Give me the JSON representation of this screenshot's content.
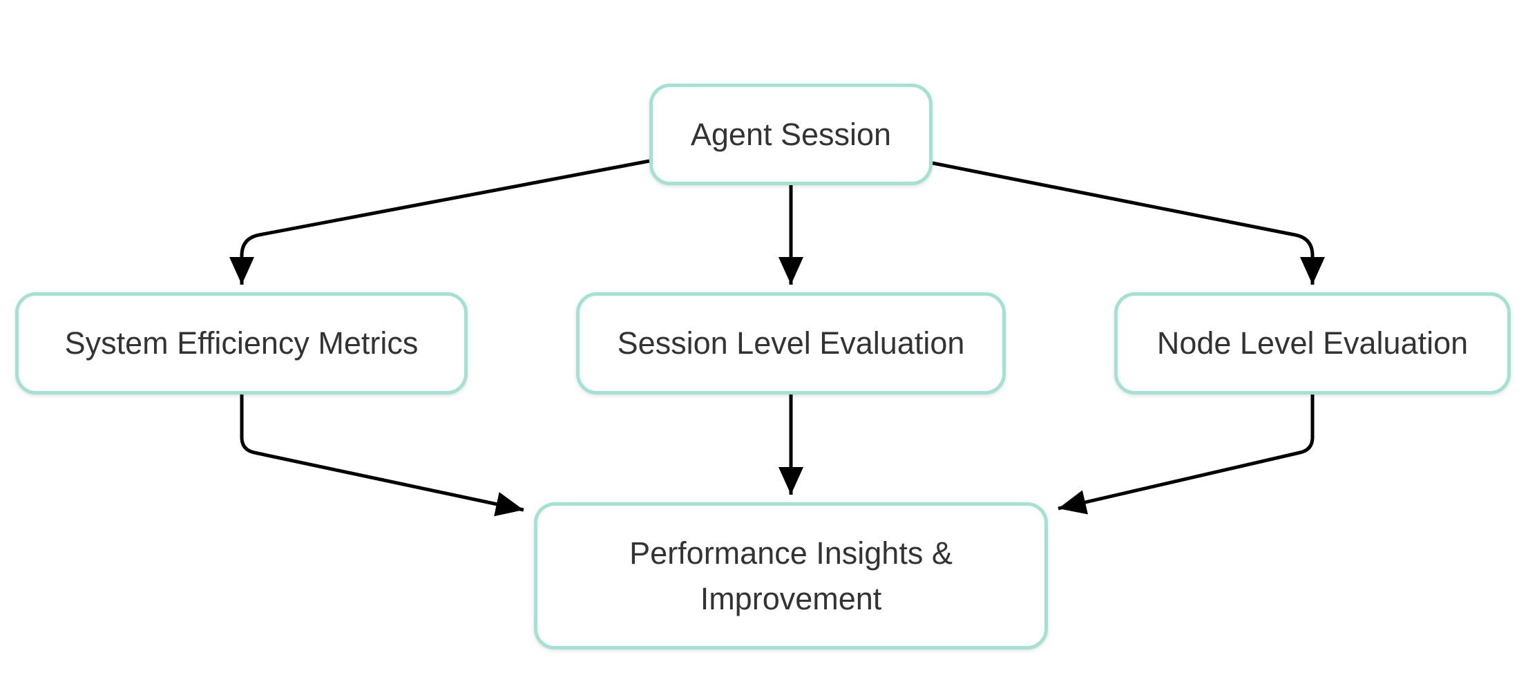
{
  "diagram": {
    "nodes": {
      "agent_session": "Agent Session",
      "system_efficiency": "System Efficiency Metrics",
      "session_level": "Session Level Evaluation",
      "node_level": "Node Level Evaluation",
      "performance": "Performance Insights & Improvement"
    },
    "edges": [
      {
        "from": "Agent Session",
        "to": "System Efficiency Metrics"
      },
      {
        "from": "Agent Session",
        "to": "Session Level Evaluation"
      },
      {
        "from": "Agent Session",
        "to": "Node Level Evaluation"
      },
      {
        "from": "System Efficiency Metrics",
        "to": "Performance Insights & Improvement"
      },
      {
        "from": "Session Level Evaluation",
        "to": "Performance Insights & Improvement"
      },
      {
        "from": "Node Level Evaluation",
        "to": "Performance Insights & Improvement"
      }
    ],
    "colors": {
      "node_border": "#a3e2d2",
      "node_text": "#333333",
      "edge": "#000000"
    }
  }
}
